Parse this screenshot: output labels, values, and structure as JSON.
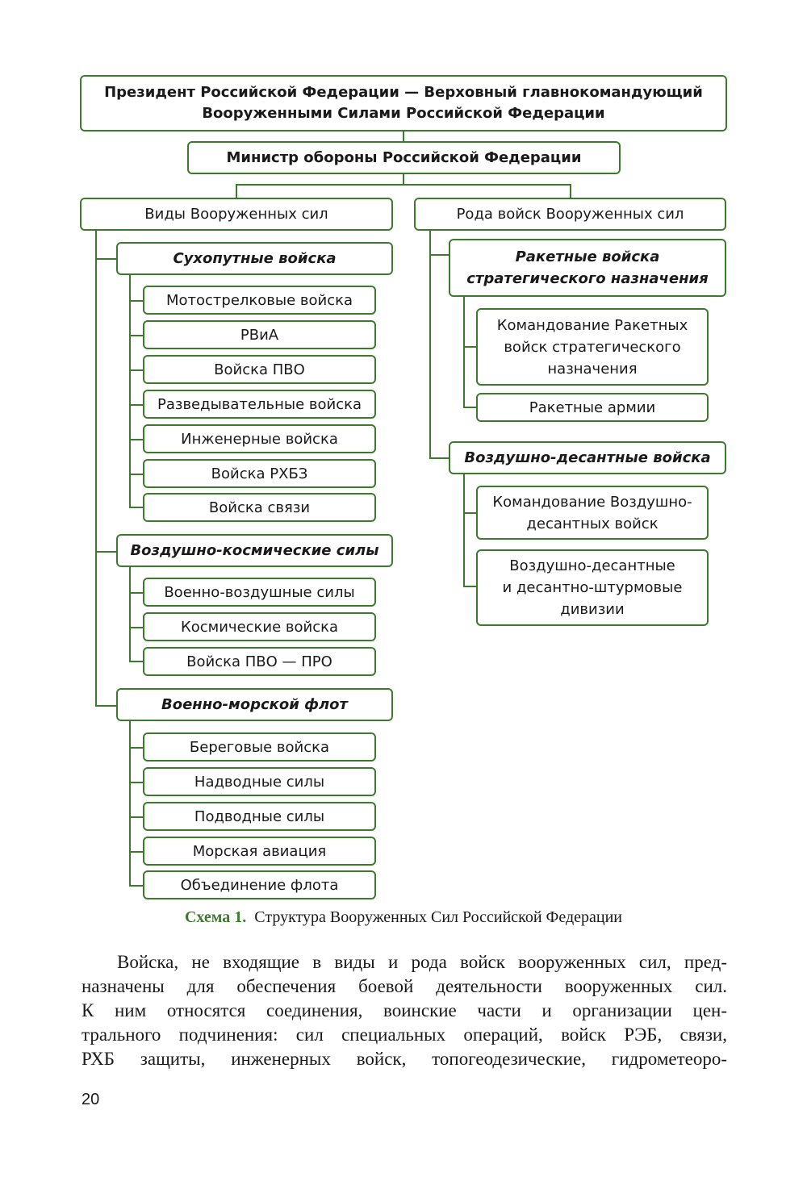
{
  "diagram": {
    "president": {
      "line1": "Президент Российской Федерации — Верховный главнокомандующий",
      "line2": "Вооруженными Силами Российской Федерации"
    },
    "minister": "Министр обороны Российской Федерации",
    "branches": {
      "title": "Виды Вооруженных сил",
      "groups": [
        {
          "title": "Сухопутные войска",
          "items": [
            "Мотострелковые войска",
            "РВиА",
            "Войска ПВО",
            "Разведывательные войска",
            "Инженерные войска",
            "Войска РХБЗ",
            "Войска связи"
          ]
        },
        {
          "title": "Воздушно-космические силы",
          "items": [
            "Военно-воздушные силы",
            "Космические войска",
            "Войска ПВО — ПРО"
          ]
        },
        {
          "title": "Военно-морской флот",
          "items": [
            "Береговые войска",
            "Надводные силы",
            "Подводные силы",
            "Морская авиация",
            "Объединение флота"
          ]
        }
      ]
    },
    "arms": {
      "title": "Рода войск Вооруженных сил",
      "groups": [
        {
          "title_line1": "Ракетные войска",
          "title_line2": "стратегического назначения",
          "items": [
            [
              "Командование Ракетных",
              "войск стратегического",
              "назначения"
            ],
            [
              "Ракетные армии"
            ]
          ]
        },
        {
          "title": "Воздушно-десантные войска",
          "items": [
            [
              "Командование Воздушно-",
              "десантных войск"
            ],
            [
              "Воздушно-десантные",
              "и десантно-штурмовые",
              "дивизии"
            ]
          ]
        }
      ]
    }
  },
  "caption": {
    "label": "Схема 1.",
    "text": "Структура Вооруженных Сил Российской Федерации"
  },
  "body_lines": [
    "Войска, не входящие в виды и рода войск вооруженных сил, пред-",
    "назначены для обеспечения боевой деятельности вооруженных сил.",
    "К ним относятся соединения, воинские части и организации цен-",
    "трального подчинения: сил специальных операций, войск РЭБ, связи,",
    "РХБ защиты, инженерных войск, топогеодезические, гидрометеоро-"
  ],
  "page_number": "20"
}
